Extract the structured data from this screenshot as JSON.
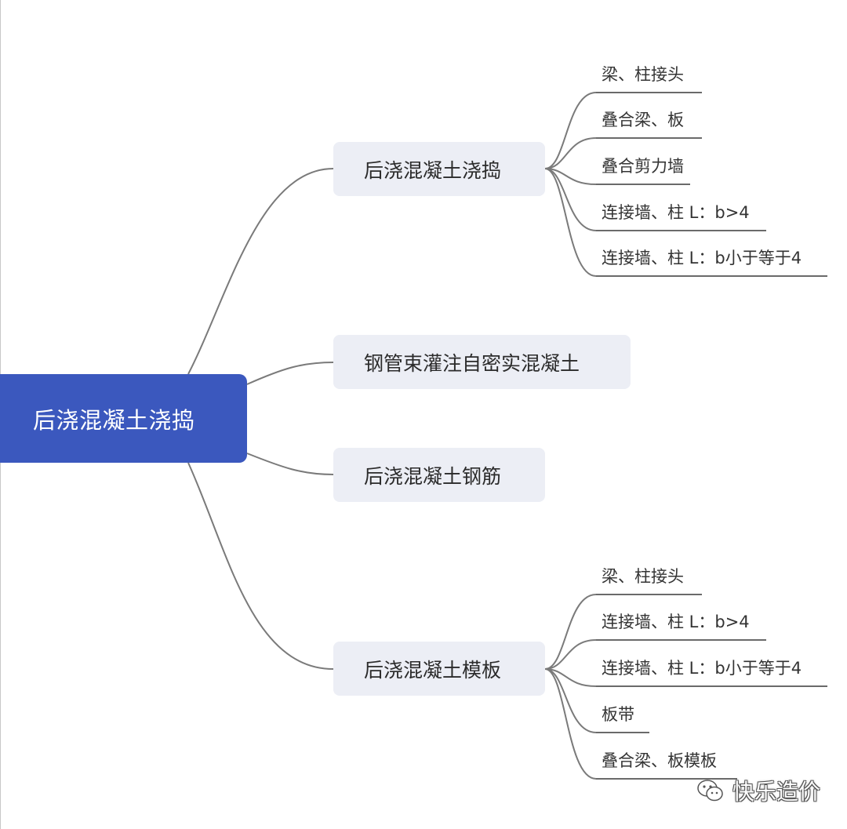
{
  "root": {
    "label": "后浇混凝土浇捣"
  },
  "branches": [
    {
      "label": "后浇混凝土浇捣",
      "children": [
        "梁、柱接头",
        "叠合梁、板",
        "叠合剪力墙",
        "连接墙、柱 L：b>4",
        "连接墙、柱 L：b小于等于4"
      ]
    },
    {
      "label": "钢管束灌注自密实混凝土",
      "children": []
    },
    {
      "label": "后浇混凝土钢筋",
      "children": []
    },
    {
      "label": "后浇混凝土模板",
      "children": [
        "梁、柱接头",
        "连接墙、柱 L：b>4",
        "连接墙、柱 L：b小于等于4",
        "板带",
        "叠合梁、板模板"
      ]
    }
  ],
  "watermark": {
    "text": "快乐造价",
    "icon": "wechat-icon"
  },
  "colors": {
    "root_fill": "#3b58be",
    "branch_fill": "#eceef5",
    "connector": "#7a7a7a"
  }
}
